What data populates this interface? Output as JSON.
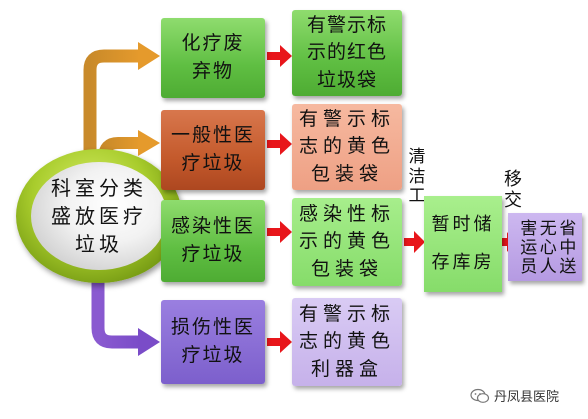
{
  "center_label": "科室分类\n盛放医疗\n垃圾",
  "categories": [
    {
      "label": "化疗废\n弃物",
      "container": "有警示标\n示的红色\n垃圾袋"
    },
    {
      "label": "一般性医\n疗垃圾",
      "container": "有警示标\n志的黄色\n包装袋"
    },
    {
      "label": "感染性医\n疗垃圾",
      "container": "感染性标\n示的黄色\n包装袋"
    },
    {
      "label": "损伤性医\n疗垃圾",
      "container": "有警示标\n志的黄色\n利器盒"
    }
  ],
  "cleaner_label": "清\n洁\n工",
  "storage_label": "暂时储\n存库房",
  "transfer_label": "移\n交",
  "destination_label": "省中送\n无心人\n害运员",
  "watermark": "丹凤县医院",
  "colors": {
    "arrow_red": "#e8161b",
    "green": "#5fbe42",
    "orange": "#c45a2c",
    "purple": "#7c5fcc"
  }
}
